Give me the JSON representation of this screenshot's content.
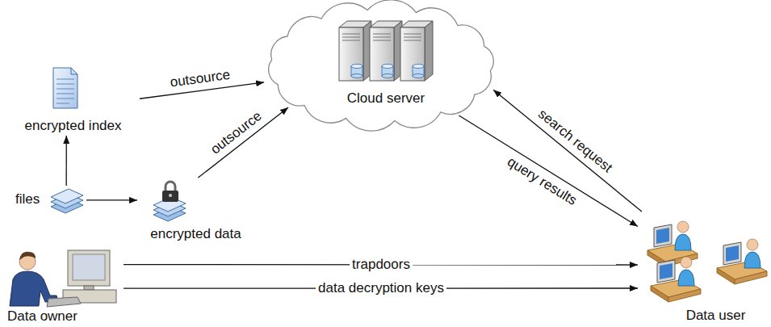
{
  "diagram": {
    "nodes": [
      {
        "text": [
          "Cloud server"
        ]
      },
      {
        "text": [
          "encrypted index"
        ]
      },
      {
        "text": [
          "files"
        ]
      },
      {
        "text": [
          "encrypted data"
        ]
      },
      {
        "text": [
          "Data owner"
        ]
      },
      {
        "text": [
          "Data user"
        ]
      }
    ],
    "edges": [
      {
        "from": 1,
        "to": 0,
        "arrow": "to",
        "label": "outsource"
      },
      {
        "from": 3,
        "to": 0,
        "arrow": "to",
        "label": "outsource"
      },
      {
        "from": 2,
        "to": 1,
        "arrow": "to"
      },
      {
        "from": 2,
        "to": 3,
        "arrow": "to"
      },
      {
        "from": 5,
        "to": 0,
        "arrow": "to",
        "label": "search request"
      },
      {
        "from": 0,
        "to": 5,
        "arrow": "to",
        "label": "query results"
      },
      {
        "from": 4,
        "to": 5,
        "arrow": "to",
        "label": "trapdoors"
      },
      {
        "from": 4,
        "to": 5,
        "arrow": "to",
        "label": "data decryption keys"
      }
    ]
  }
}
